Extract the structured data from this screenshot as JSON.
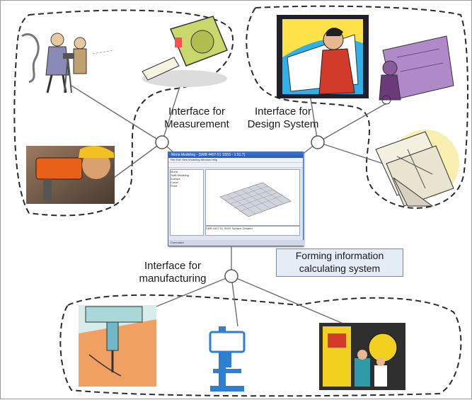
{
  "labels": {
    "measurement": "Interface for\nMeasurement",
    "design": "Interface for\nDesign System",
    "manufacturing": "Interface for\nmanufacturing",
    "forming": "Forming information\ncalculating system"
  },
  "software": {
    "title": "Moria Modeling - [SMB 4407-51 S55S - 1.51.7]",
    "menu": "File  Edit  View  Modeling  Window  Help",
    "toolbar": "",
    "tree_items": [
      "Moria",
      "SMB Modeling",
      "Surface",
      "Curve",
      "Point"
    ],
    "output_text": "SMB 4407-51 S55S Surface Created",
    "status_text": "Command"
  },
  "icons": [
    "surveyor-illustration",
    "tape-measure-illustration",
    "level-instrument-photo",
    "designer-at-board-illustration",
    "drafter-illustration",
    "blueprints-illustration",
    "drill-bit-illustration",
    "drill-press-illustration",
    "factory-workers-illustration"
  ],
  "colors": {
    "boundary": "#2b2b2b",
    "connector": "#6e6e6e",
    "box_fill": "#e6ecf6"
  }
}
